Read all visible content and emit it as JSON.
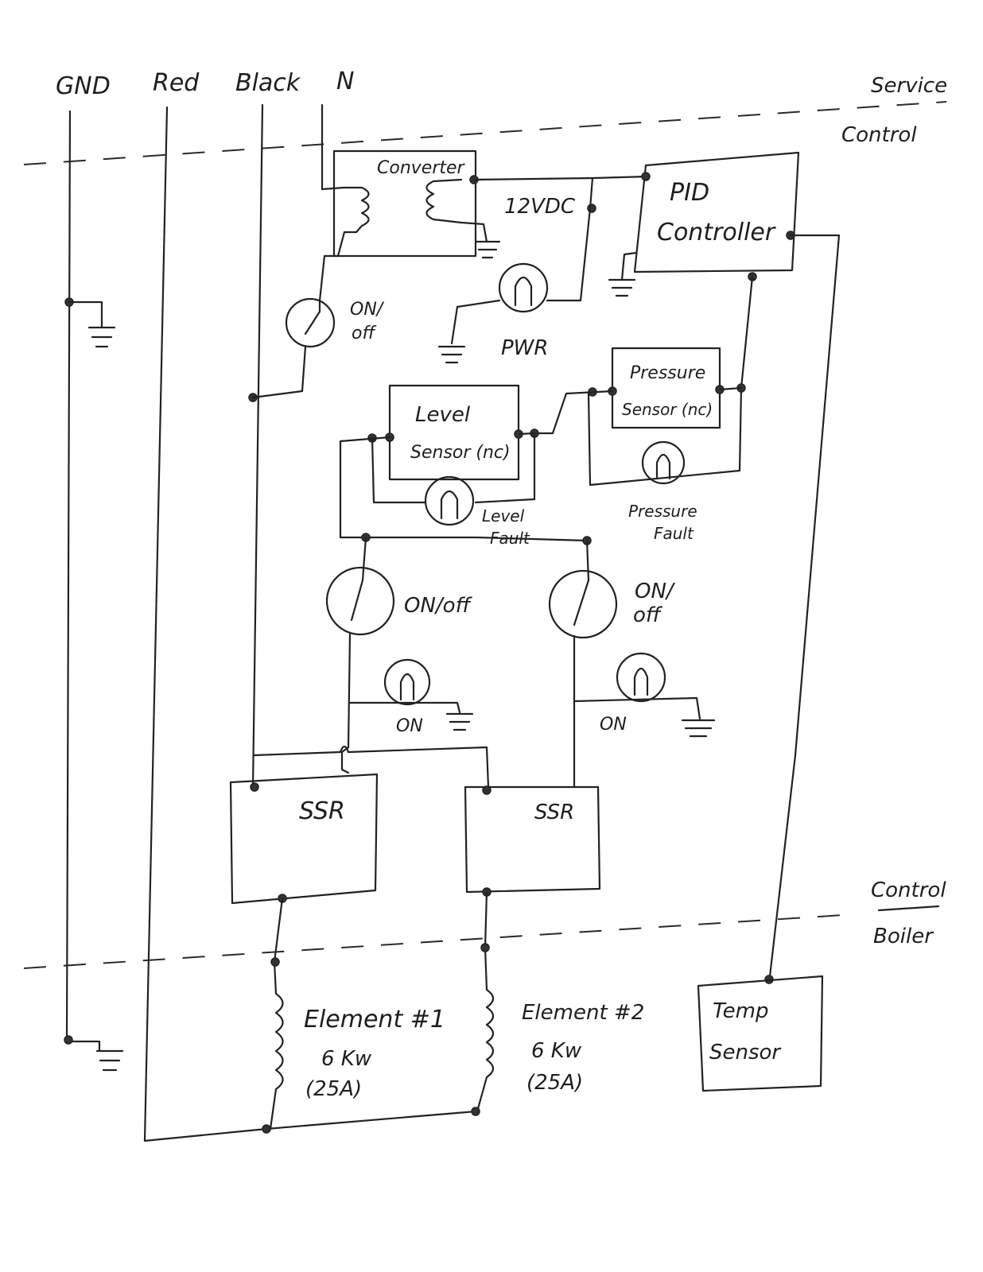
{
  "lines": {
    "gnd": "GND",
    "red": "Red",
    "black": "Black",
    "neutral": "N"
  },
  "zones": {
    "service": "Service",
    "control_top": "Control",
    "control_bottom": "Control",
    "boiler": "Boiler"
  },
  "components": {
    "converter": "Converter",
    "dc_label": "12VDC",
    "pid_line1": "PID",
    "pid_line2": "Controller",
    "main_switch": [
      "ON/",
      "off"
    ],
    "pwr_lamp": "PWR",
    "level_sensor": [
      "Level",
      "Sensor (nc)"
    ],
    "level_fault": [
      "Level",
      "Fault"
    ],
    "pressure_sensor": [
      "Pressure",
      "Sensor (nc)"
    ],
    "pressure_fault": [
      "Pressure",
      "Fault"
    ],
    "switch_1": "ON/off",
    "switch_2": [
      "ON/",
      "off"
    ],
    "lamp_1": "ON",
    "lamp_2": "ON",
    "ssr_1": "SSR",
    "ssr_2": "SSR",
    "element_1": [
      "Element #1",
      "6 Kw",
      "(25A)"
    ],
    "element_2": [
      "Element #2",
      "6 Kw",
      "(25A)"
    ],
    "temp_sensor": [
      "Temp",
      "Sensor"
    ]
  }
}
